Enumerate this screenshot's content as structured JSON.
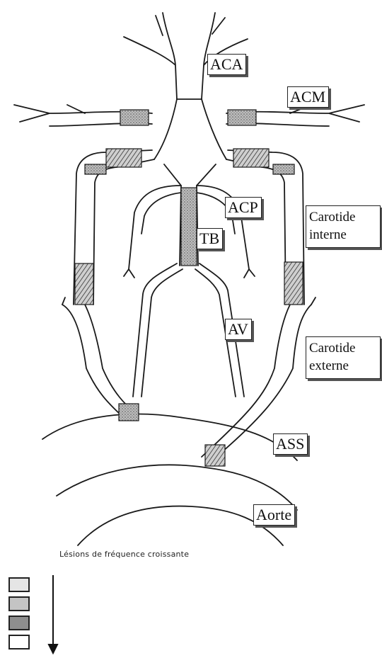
{
  "labels": {
    "aca": "ACA",
    "acm": "ACM",
    "acp": "ACP",
    "tb": "TB",
    "carotide_interne": "Carotide interne",
    "av": "AV",
    "carotide_externe": "Carotide externe",
    "ass": "ASS",
    "aorte": "Aorte"
  },
  "caption": "Lésions de fréquence croissante",
  "legend": {
    "swatches": [
      "light-stipple",
      "medium-stipple",
      "heavy-hatch",
      "empty-outline"
    ],
    "arrow": "arrow-down-icon"
  },
  "colors": {
    "line": "#1a1a1a",
    "lesion": "#9a9a9a",
    "background": "#ffffff"
  }
}
